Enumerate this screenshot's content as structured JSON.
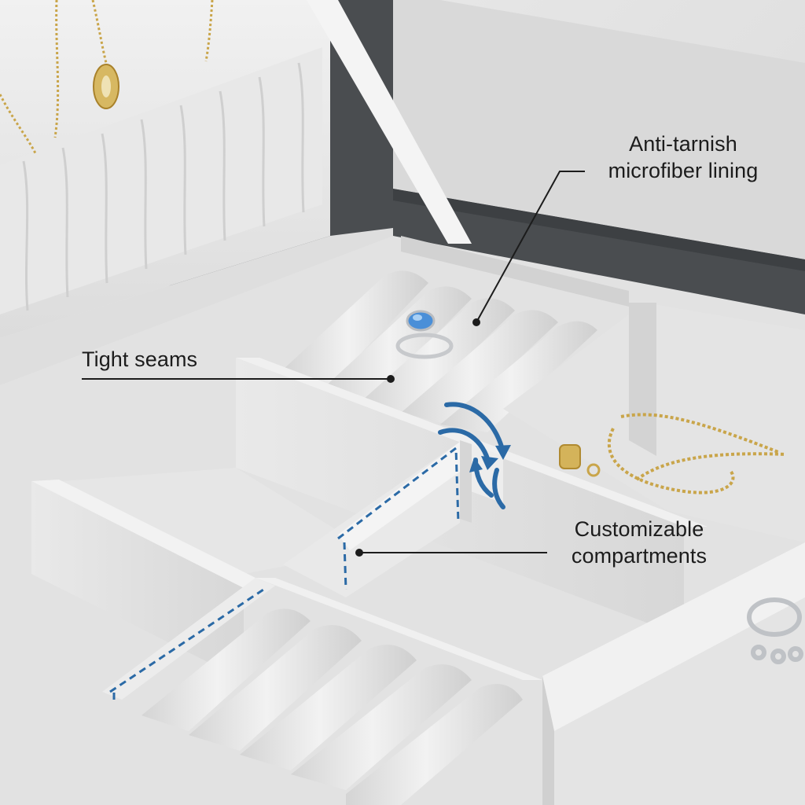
{
  "callouts": {
    "lining": {
      "line1": "Anti-tarnish",
      "line2": "microfiber lining"
    },
    "seams": {
      "text": "Tight seams"
    },
    "compartments": {
      "line1": "Customizable",
      "line2": "compartments"
    }
  },
  "colors": {
    "background": "#e3e3e3",
    "box_shell": "#4a4d50",
    "velvet": "#e6e6e6",
    "velvet_shadow": "#c9c9c9",
    "accent_blue": "#2b6aa6",
    "gold": "#c9a54a",
    "silver": "#c7c9cc",
    "gem_blue": "#4a8fd8"
  },
  "icons": [
    "rotate-arrows-icon"
  ]
}
